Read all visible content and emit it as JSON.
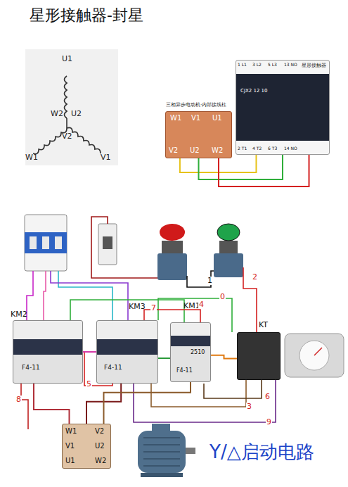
{
  "diagram": {
    "title": "星形接触器-封星",
    "nodes": [
      {
        "text": [
          "星形接触器",
          "CJX2 12 10"
        ]
      },
      {
        "text": [
          "三相异步电动机·内部接线柱"
        ]
      },
      {
        "text": [
          "KM2",
          "F4-11"
        ]
      },
      {
        "text": [
          "KM3",
          "F4-11"
        ]
      },
      {
        "text": [
          "KM1",
          "2510",
          "F4-11"
        ]
      },
      {
        "text": [
          "KT"
        ]
      },
      {
        "text": [
          "W1",
          "V2",
          "V1",
          "U2",
          "U1",
          "W2"
        ]
      }
    ],
    "edges": [
      {
        "from": 1,
        "to": 0,
        "arrow": "none"
      },
      {
        "from": 1,
        "to": 0,
        "arrow": "none"
      },
      {
        "from": 1,
        "to": 0,
        "arrow": "none"
      },
      {
        "from": 6,
        "to": 2,
        "arrow": "none"
      },
      {
        "from": 6,
        "to": 3,
        "arrow": "none"
      },
      {
        "from": 6,
        "to": 4,
        "arrow": "none"
      },
      {
        "from": 2,
        "to": 3,
        "arrow": "none"
      },
      {
        "from": 3,
        "to": 4,
        "arrow": "none"
      },
      {
        "from": 4,
        "to": 5,
        "arrow": "none"
      }
    ],
    "labels": [
      "U1",
      "W2",
      "U2",
      "V2",
      "W1",
      "V1",
      "W1",
      "V1",
      "U1",
      "V2",
      "U2",
      "W2",
      "1 L1",
      "3 L2",
      "5 L3",
      "13 NO",
      "2 T1",
      "4 T2",
      "6 T3",
      "14 NO",
      "1",
      "2",
      "0",
      "7",
      "4",
      "5",
      "8",
      "3",
      "6",
      "9",
      "Y/△启动电路"
    ]
  }
}
